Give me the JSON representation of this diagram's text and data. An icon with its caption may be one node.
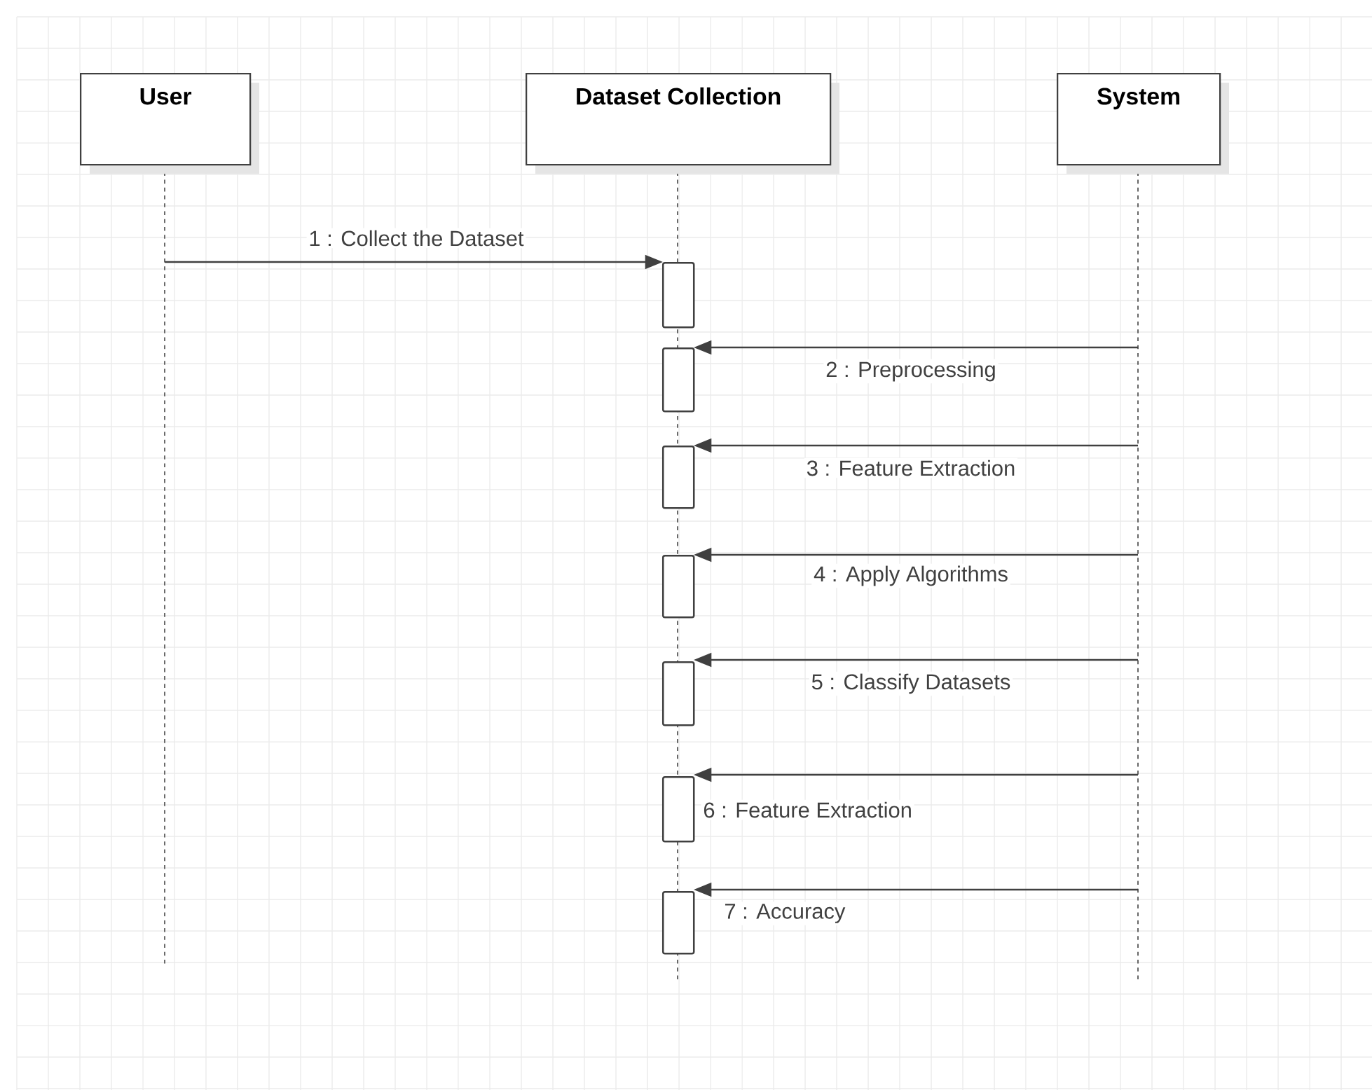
{
  "diagram": {
    "nodes": [
      {
        "text": [
          "User"
        ]
      },
      {
        "text": [
          "Dataset Collection"
        ]
      },
      {
        "text": [
          "System"
        ]
      },
      {
        "text": [],
        "shape": "bar",
        "in": 1
      },
      {
        "text": [],
        "shape": "bar",
        "in": 1
      },
      {
        "text": [],
        "shape": "bar",
        "in": 1
      },
      {
        "text": [],
        "shape": "bar",
        "in": 1
      },
      {
        "text": [],
        "shape": "bar",
        "in": 1
      },
      {
        "text": [],
        "shape": "bar",
        "in": 1
      },
      {
        "text": [],
        "shape": "bar",
        "in": 1
      }
    ],
    "edges": [
      {
        "from": 0,
        "to": 3,
        "arrow": "to",
        "label": "1 : Collect the Dataset"
      },
      {
        "from": 2,
        "to": 4,
        "arrow": "to",
        "label": "2 : Preprocessing"
      },
      {
        "from": 2,
        "to": 5,
        "arrow": "to",
        "label": "3 : Feature Extraction"
      },
      {
        "from": 2,
        "to": 6,
        "arrow": "to",
        "label": "4 : Apply Algorithms"
      },
      {
        "from": 2,
        "to": 7,
        "arrow": "to",
        "label": "5 : Classify Datasets"
      },
      {
        "from": 2,
        "to": 8,
        "arrow": "to",
        "label": "6 : Feature Extraction"
      },
      {
        "from": 2,
        "to": 9,
        "arrow": "to",
        "label": "7 : Accuracy"
      }
    ]
  }
}
